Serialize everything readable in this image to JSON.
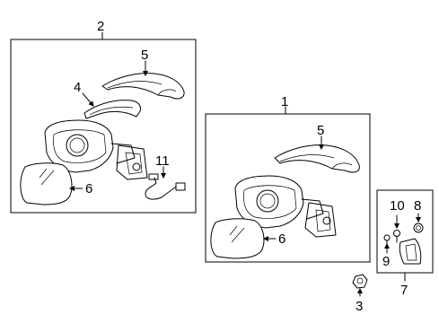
{
  "callouts": {
    "n1": "1",
    "n2": "2",
    "n3": "3",
    "n4": "4",
    "n5a": "5",
    "n5b": "5",
    "n6a": "6",
    "n6b": "6",
    "n7": "7",
    "n8": "8",
    "n9": "9",
    "n10": "10",
    "n11": "11"
  }
}
